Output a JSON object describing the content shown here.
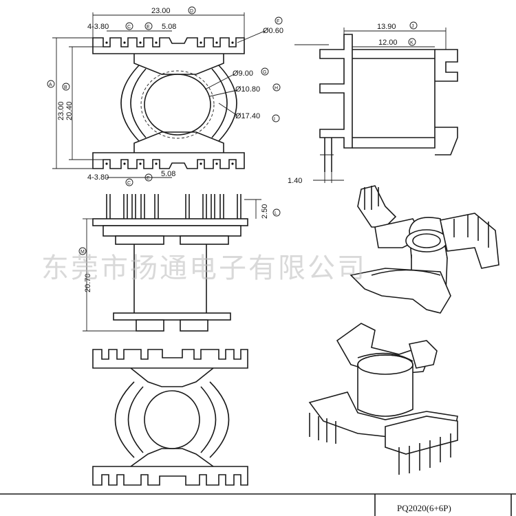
{
  "watermark": "东莞市扬通电子有限公司",
  "model_label": "PQ2020(6+6P)",
  "dimensions": {
    "width_top": "23.00",
    "pin_group_top": "4-3.80",
    "pin_gap_top": "5.08",
    "pin_dia": "Ø0.60",
    "height_left": "23.00",
    "height_inner": "20.40",
    "bore_inner": "Ø9.00",
    "bore_mid": "Ø10.80",
    "flange_dia": "Ø17.40",
    "pin_group_bottom": "4-3.80",
    "pin_gap_bottom": "5.08",
    "side_width_outer": "13.90",
    "side_width_inner": "12.00",
    "side_pin_offset": "1.40",
    "front_pin_height": "2.50",
    "front_total_height": "20.70"
  }
}
